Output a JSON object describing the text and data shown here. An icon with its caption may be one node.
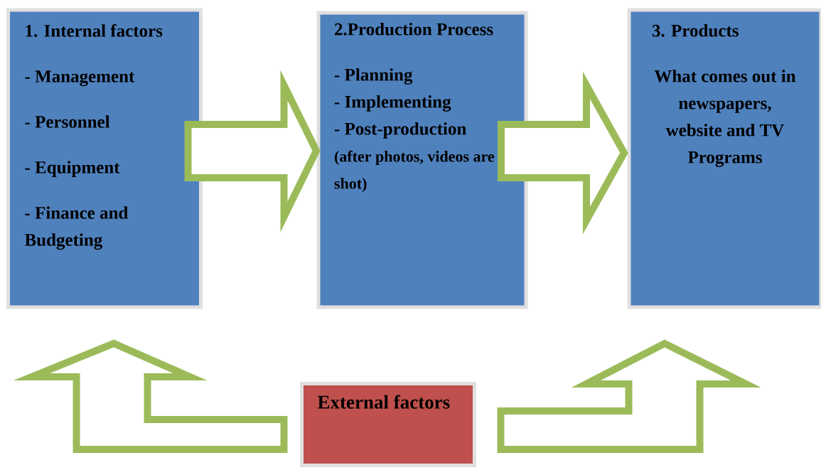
{
  "diagram": {
    "nodes": [
      {
        "text": [
          "1. Internal factors",
          "- Management",
          "- Personnel",
          "- Equipment",
          "- Finance and Budgeting"
        ]
      },
      {
        "text": [
          "2.Production Process",
          "- Planning",
          "- Implementing",
          "- Post-production",
          "(after photos, videos are shot)"
        ]
      },
      {
        "text": [
          "3. Products",
          "What comes out in newspapers, website and TV Programs"
        ]
      },
      {
        "text": [
          "External factors"
        ]
      }
    ],
    "edges": [
      {
        "from": 0,
        "to": 1,
        "arrow": "to"
      },
      {
        "from": 1,
        "to": 2,
        "arrow": "to"
      },
      {
        "from": 3,
        "to": 0,
        "arrow": "to"
      },
      {
        "from": 3,
        "to": 2,
        "arrow": "to"
      }
    ]
  }
}
